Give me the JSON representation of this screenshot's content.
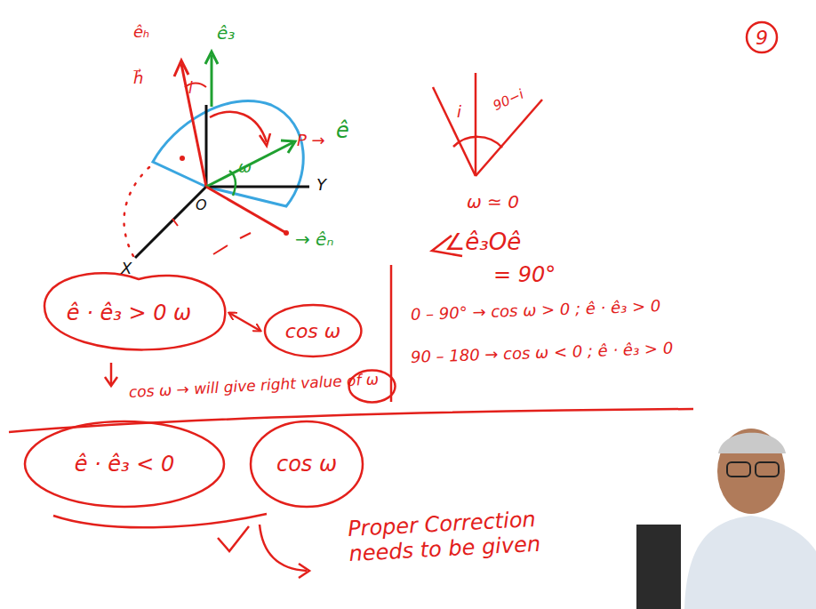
{
  "diagram": {
    "nodes": [
      {
        "text": [
          "9"
        ]
      },
      {
        "text": [
          "ê · ê₃ > 0 ω"
        ]
      },
      {
        "text": [
          "cos ω"
        ]
      },
      {
        "text": [
          "ê · ê₃ < 0"
        ]
      },
      {
        "text": [
          "cos ω"
        ]
      }
    ],
    "edges": [
      {
        "from": 1,
        "to": 2,
        "arrow": "both"
      }
    ],
    "labels": [
      "êₕ",
      "h⃗",
      "i",
      "ê₃",
      "P →",
      "ê",
      "→ êₙ",
      "ω",
      "Y",
      "X",
      "O",
      "i",
      "90−i",
      "ω ≃ 0",
      "∠ê₃Oê",
      "= 90°",
      "0 – 90° → cos ω > 0 ; ê · ê₃ > 0",
      "90 – 180 → cos ω < 0 ; ê · ê₃ > 0",
      "cos ω → will give right value of ω",
      "Proper Correction needs to be given"
    ]
  }
}
